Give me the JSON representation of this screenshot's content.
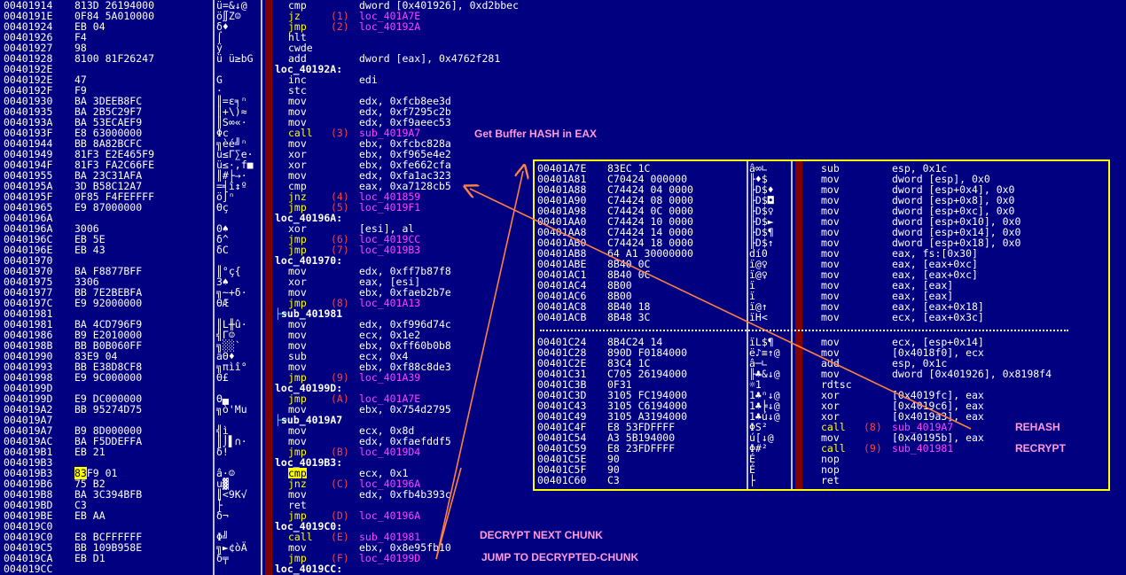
{
  "left_lines": [
    {
      "addr": "00401914",
      "hex": "813D 26194000",
      "asc": "ü=&↓@",
      "mn": "cmp",
      "ops": "dword [0x401926], 0xd2bbec"
    },
    {
      "addr": "0040191E",
      "hex": "0F84 5A010000",
      "asc": "ö∬Z☺",
      "mn": "jz",
      "num": "(1)",
      "tgt": "loc_401A7E"
    },
    {
      "addr": "00401924",
      "hex": "EB 04",
      "asc": "δ♦",
      "mn": "jmp",
      "num": "(2)",
      "tgt": "loc_40192A"
    },
    {
      "addr": "00401926",
      "hex": "F4",
      "asc": "⌠",
      "mn": "hlt",
      "ops": ""
    },
    {
      "addr": "00401927",
      "hex": "98",
      "asc": "ÿ",
      "mn": "cwde",
      "ops": ""
    },
    {
      "addr": "00401928",
      "hex": "8100 81F26247",
      "asc": "ü ü≥bG",
      "mn": "add",
      "ops": "dword [eax], 0x4762f281"
    },
    {
      "addr": "0040192E",
      "hex": "",
      "asc": "",
      "label": "loc_40192A:"
    },
    {
      "addr": "0040192E",
      "hex": "47",
      "asc": "G",
      "mn": "inc",
      "ops": "edi"
    },
    {
      "addr": "0040192F",
      "hex": "F9",
      "asc": "·",
      "mn": "stc",
      "ops": ""
    },
    {
      "addr": "00401930",
      "hex": "BA 3DEEB8FC",
      "asc": "║=ε╕ⁿ",
      "mn": "mov",
      "ops": "edx, 0xfcb8ee3d"
    },
    {
      "addr": "00401935",
      "hex": "BA 2B5C29F7",
      "asc": "║+\\)≈",
      "mn": "mov",
      "ops": "edx, 0xf7295c2b"
    },
    {
      "addr": "0040193A",
      "hex": "BA 53ECAEF9",
      "asc": "║S∞«·",
      "mn": "mov",
      "ops": "edx, 0xf9aeec53"
    },
    {
      "addr": "0040193F",
      "hex": "E8 63000000",
      "asc": "Φc",
      "mn": "call",
      "num": "(3)",
      "tgt": "sub_4019A7"
    },
    {
      "addr": "00401944",
      "hex": "BB 8A82BCFC",
      "asc": "╗èé╝ⁿ",
      "mn": "mov",
      "ops": "ebx, 0xfcbc828a"
    },
    {
      "addr": "00401949",
      "hex": "81F3 E2E465F9",
      "asc": "ü≤Γ∑e·",
      "mn": "xor",
      "ops": "ebx, 0xf965e4e2"
    },
    {
      "addr": "0040194F",
      "hex": "81F3 FA2C66FE",
      "asc": "ü≤·,f■",
      "mn": "xor",
      "ops": "ebx, 0xfe662cfa"
    },
    {
      "addr": "00401955",
      "hex": "BA 23C31AFA",
      "asc": "║#├→·",
      "mn": "mov",
      "ops": "edx, 0xfa1ac323"
    },
    {
      "addr": "0040195A",
      "hex": "3D B58C12A7",
      "asc": "=╡î↕º",
      "mn": "cmp",
      "ops": "eax, 0xa7128cb5"
    },
    {
      "addr": "0040195F",
      "hex": "0F85 F4FEFFFF",
      "asc": "ö∫ⁿ",
      "mn": "jnz",
      "num": "(4)",
      "tgt": "loc_401859"
    },
    {
      "addr": "00401965",
      "hex": "E9 87000000",
      "asc": "Θç",
      "mn": "jmp",
      "num": "(5)",
      "tgt": "loc_4019F1"
    },
    {
      "addr": "0040196A",
      "hex": "",
      "asc": "",
      "label": "loc_40196A:"
    },
    {
      "addr": "0040196A",
      "hex": "3006",
      "asc": "0♠",
      "mn": "xor",
      "ops": "[esi], al"
    },
    {
      "addr": "0040196C",
      "hex": "EB 5E",
      "asc": "δ^",
      "mn": "jmp",
      "num": "(6)",
      "tgt": "loc_4019CC"
    },
    {
      "addr": "0040196E",
      "hex": "EB 43",
      "asc": "δC",
      "mn": "jmp",
      "num": "(7)",
      "tgt": "loc_4019B3"
    },
    {
      "addr": "00401970",
      "hex": "",
      "asc": "",
      "label": "loc_401970:"
    },
    {
      "addr": "00401970",
      "hex": "BA F8877BFF",
      "asc": "║°ç{",
      "mn": "mov",
      "ops": "edx, 0xff7b87f8"
    },
    {
      "addr": "00401975",
      "hex": "3306",
      "asc": "3♠",
      "mn": "xor",
      "ops": "eax, [esi]"
    },
    {
      "addr": "00401977",
      "hex": "BB 7E2BEBFA",
      "asc": "╗~+δ·",
      "mn": "mov",
      "ops": "ebx, 0xfaeb2b7e"
    },
    {
      "addr": "0040197C",
      "hex": "E9 92000000",
      "asc": "ΘÆ",
      "mn": "jmp",
      "num": "(8)",
      "tgt": "loc_401A13"
    },
    {
      "addr": "00401981",
      "hex": "",
      "asc": "",
      "label": "sub_401981",
      "sub": true
    },
    {
      "addr": "00401981",
      "hex": "BA 4CD796F9",
      "asc": "║L╫û·",
      "mn": "mov",
      "ops": "edx, 0xf996d74c"
    },
    {
      "addr": "00401986",
      "hex": "B9 E2010000",
      "asc": "╣Γ☺",
      "mn": "mov",
      "ops": "ecx, 0x1e2"
    },
    {
      "addr": "0040198B",
      "hex": "BB B0B060FF",
      "asc": "╗░░`",
      "mn": "mov",
      "ops": "ebx, 0xff60b0b8"
    },
    {
      "addr": "00401990",
      "hex": "83E9 04",
      "asc": "âΘ♦",
      "mn": "sub",
      "ops": "ecx, 0x4"
    },
    {
      "addr": "00401993",
      "hex": "BB E38D8CF8",
      "asc": "╗πìî°",
      "mn": "mov",
      "ops": "ebx, 0xf88c8de3"
    },
    {
      "addr": "00401998",
      "hex": "E9 9C000000",
      "asc": "Θ£",
      "mn": "jmp",
      "num": "(9)",
      "tgt": "loc_401A39"
    },
    {
      "addr": "0040199D",
      "hex": "",
      "asc": "",
      "label": "loc_40199D:"
    },
    {
      "addr": "0040199D",
      "hex": "E9 DC000000",
      "asc": "Θ▄",
      "mn": "jmp",
      "num": "(A)",
      "tgt": "loc_401A7E"
    },
    {
      "addr": "004019A2",
      "hex": "BB 95274D75",
      "asc": "╗ò'Mu",
      "mn": "mov",
      "ops": "ebx, 0x754d2795"
    },
    {
      "addr": "004019A7",
      "hex": "",
      "asc": "",
      "label": "sub_4019A7",
      "sub": true
    },
    {
      "addr": "004019A7",
      "hex": "B9 8D000000",
      "asc": "╣ì",
      "mn": "mov",
      "ops": "ecx, 0x8d"
    },
    {
      "addr": "004019AC",
      "hex": "BA F5DDEFFA",
      "asc": "║⌡▌∩·",
      "mn": "mov",
      "ops": "edx, 0xfaefddf5"
    },
    {
      "addr": "004019B1",
      "hex": "EB 21",
      "asc": "δ!",
      "mn": "jmp",
      "num": "(B)",
      "tgt": "loc_4019D4"
    },
    {
      "addr": "004019B3",
      "hex": "",
      "asc": "",
      "label": "loc_4019B3:"
    },
    {
      "addr": "004019B3",
      "hex": "83F9 01",
      "asc": "â·☺",
      "mn": "cmp",
      "ops": "ecx, 0x1",
      "hl": true
    },
    {
      "addr": "004019B6",
      "hex": "75 B2",
      "asc": "u▓",
      "mn": "jnz",
      "num": "(C)",
      "tgt": "loc_40196A"
    },
    {
      "addr": "004019B8",
      "hex": "BA 3C394BFB",
      "asc": "║<9K√",
      "mn": "mov",
      "ops": "edx, 0xfb4b393c"
    },
    {
      "addr": "004019BD",
      "hex": "C3",
      "asc": "├",
      "mn": "ret",
      "ops": ""
    },
    {
      "addr": "004019BE",
      "hex": "EB AA",
      "asc": "δ¬",
      "mn": "jmp",
      "num": "(D)",
      "tgt": "loc_40196A"
    },
    {
      "addr": "004019C0",
      "hex": "",
      "asc": "",
      "label": "loc_4019C0:"
    },
    {
      "addr": "004019C0",
      "hex": "E8 BCFFFFFF",
      "asc": "Φ╝",
      "mn": "call",
      "num": "(E)",
      "tgt": "sub_401981"
    },
    {
      "addr": "004019C5",
      "hex": "BB 109B958E",
      "asc": "╗►¢òÄ",
      "mn": "mov",
      "ops": "ebx, 0x8e95fb10"
    },
    {
      "addr": "004019CA",
      "hex": "EB D1",
      "asc": "δ╤",
      "mn": "jmp",
      "num": "(F)",
      "tgt": "loc_40199D"
    },
    {
      "addr": "004019CC",
      "hex": "",
      "asc": "",
      "label": "loc_4019CC:"
    }
  ],
  "popup_top": [
    {
      "addr": "00401A7E",
      "hex": "83EC 1C",
      "asc": "â∞∟",
      "mn": "sub",
      "ops": "esp, 0x1c"
    },
    {
      "addr": "00401A81",
      "hex": "C70424 000000",
      "asc": "╟♦$",
      "mn": "mov",
      "ops": "dword [esp], 0x0"
    },
    {
      "addr": "00401A88",
      "hex": "C74424 04 0000",
      "asc": "╟D$♦",
      "mn": "mov",
      "ops": "dword [esp+0x4], 0x0"
    },
    {
      "addr": "00401A90",
      "hex": "C74424 08 0000",
      "asc": "╟D$◘",
      "mn": "mov",
      "ops": "dword [esp+0x8], 0x0"
    },
    {
      "addr": "00401A98",
      "hex": "C74424 0C 0000",
      "asc": "╟D$♀",
      "mn": "mov",
      "ops": "dword [esp+0xc], 0x0"
    },
    {
      "addr": "00401AA0",
      "hex": "C74424 10 0000",
      "asc": "╟D$►",
      "mn": "mov",
      "ops": "dword [esp+0x10], 0x0"
    },
    {
      "addr": "00401AA8",
      "hex": "C74424 14 0000",
      "asc": "╟D$¶",
      "mn": "mov",
      "ops": "dword [esp+0x14], 0x0"
    },
    {
      "addr": "00401AB0",
      "hex": "C74424 18 0000",
      "asc": "╟D$↑",
      "mn": "mov",
      "ops": "dword [esp+0x18], 0x0"
    },
    {
      "addr": "00401AB8",
      "hex": "64 A1 30000000",
      "asc": "dí0",
      "mn": "mov",
      "ops": "eax, fs:[0x30]"
    },
    {
      "addr": "00401ABE",
      "hex": "8B40 0C",
      "asc": "ï@♀",
      "mn": "mov",
      "ops": "eax, [eax+0xc]"
    },
    {
      "addr": "00401AC1",
      "hex": "8B40 0C",
      "asc": "ï@♀",
      "mn": "mov",
      "ops": "eax, [eax+0xc]"
    },
    {
      "addr": "00401AC4",
      "hex": "8B00",
      "asc": "ï",
      "mn": "mov",
      "ops": "eax, [eax]"
    },
    {
      "addr": "00401AC6",
      "hex": "8B00",
      "asc": "ï",
      "mn": "mov",
      "ops": "eax, [eax]"
    },
    {
      "addr": "00401AC8",
      "hex": "8B40 18",
      "asc": "ï@↑",
      "mn": "mov",
      "ops": "eax, [eax+0x18]"
    },
    {
      "addr": "00401ACB",
      "hex": "8B48 3C",
      "asc": "ïH<",
      "mn": "mov",
      "ops": "ecx, [eax+0x3c]"
    }
  ],
  "popup_bottom": [
    {
      "addr": "00401C24",
      "hex": "8B4C24 14",
      "asc": "ïL$¶",
      "mn": "mov",
      "ops": "ecx, [esp+0x14]"
    },
    {
      "addr": "00401C28",
      "hex": "890D F0184000",
      "asc": "ë♪≡↑@",
      "mn": "mov",
      "ops": "[0x4018f0], ecx"
    },
    {
      "addr": "00401C2E",
      "hex": "83C4 1C",
      "asc": "â─∟",
      "mn": "add",
      "ops": "esp, 0x1c"
    },
    {
      "addr": "00401C31",
      "hex": "C705 26194000",
      "asc": "╟♣&↓@",
      "mn": "mov",
      "ops": "dword [0x401926], 0x8198f4"
    },
    {
      "addr": "00401C3B",
      "hex": "0F31",
      "asc": "☼1",
      "mn": "rdtsc",
      "ops": ""
    },
    {
      "addr": "00401C3D",
      "hex": "3105 FC194000",
      "asc": "1♣ⁿ↓@",
      "mn": "xor",
      "ops": "[0x4019fc], eax"
    },
    {
      "addr": "00401C43",
      "hex": "3105 C6194000",
      "asc": "1♣╞↓@",
      "mn": "xor",
      "ops": "[0x4019c6], eax"
    },
    {
      "addr": "00401C49",
      "hex": "3105 A3194000",
      "asc": "1♣ú↓@",
      "mn": "xor",
      "ops": "[0x4019a3], eax"
    },
    {
      "addr": "00401C4F",
      "hex": "E8 53FDFFFF",
      "asc": "ΦS²",
      "mn": "call",
      "num": "(8)",
      "tgt": "sub_4019A7"
    },
    {
      "addr": "00401C54",
      "hex": "A3 5B194000",
      "asc": "ú[↓@",
      "mn": "mov",
      "ops": "[0x40195b], eax"
    },
    {
      "addr": "00401C59",
      "hex": "E8 23FDFFFF",
      "asc": "Φ#²",
      "mn": "call",
      "num": "(9)",
      "tgt": "sub_401981"
    },
    {
      "addr": "00401C5E",
      "hex": "90",
      "asc": "É",
      "mn": "nop",
      "ops": ""
    },
    {
      "addr": "00401C5F",
      "hex": "90",
      "asc": "É",
      "mn": "nop",
      "ops": ""
    },
    {
      "addr": "00401C60",
      "hex": "C3",
      "asc": "├",
      "mn": "ret",
      "ops": ""
    }
  ],
  "annotations": {
    "hash": "Get Buffer HASH in EAX",
    "decrypt": "DECRYPT NEXT CHUNK",
    "jump": "JUMP TO DECRYPTED-CHUNK",
    "rehash": "REHASH",
    "recrypt": "RECRYPT"
  },
  "colors": {
    "background": "#000080",
    "highlight": "#ffff00",
    "arrow": "#ff8040",
    "annotation": "#ff9adf"
  }
}
